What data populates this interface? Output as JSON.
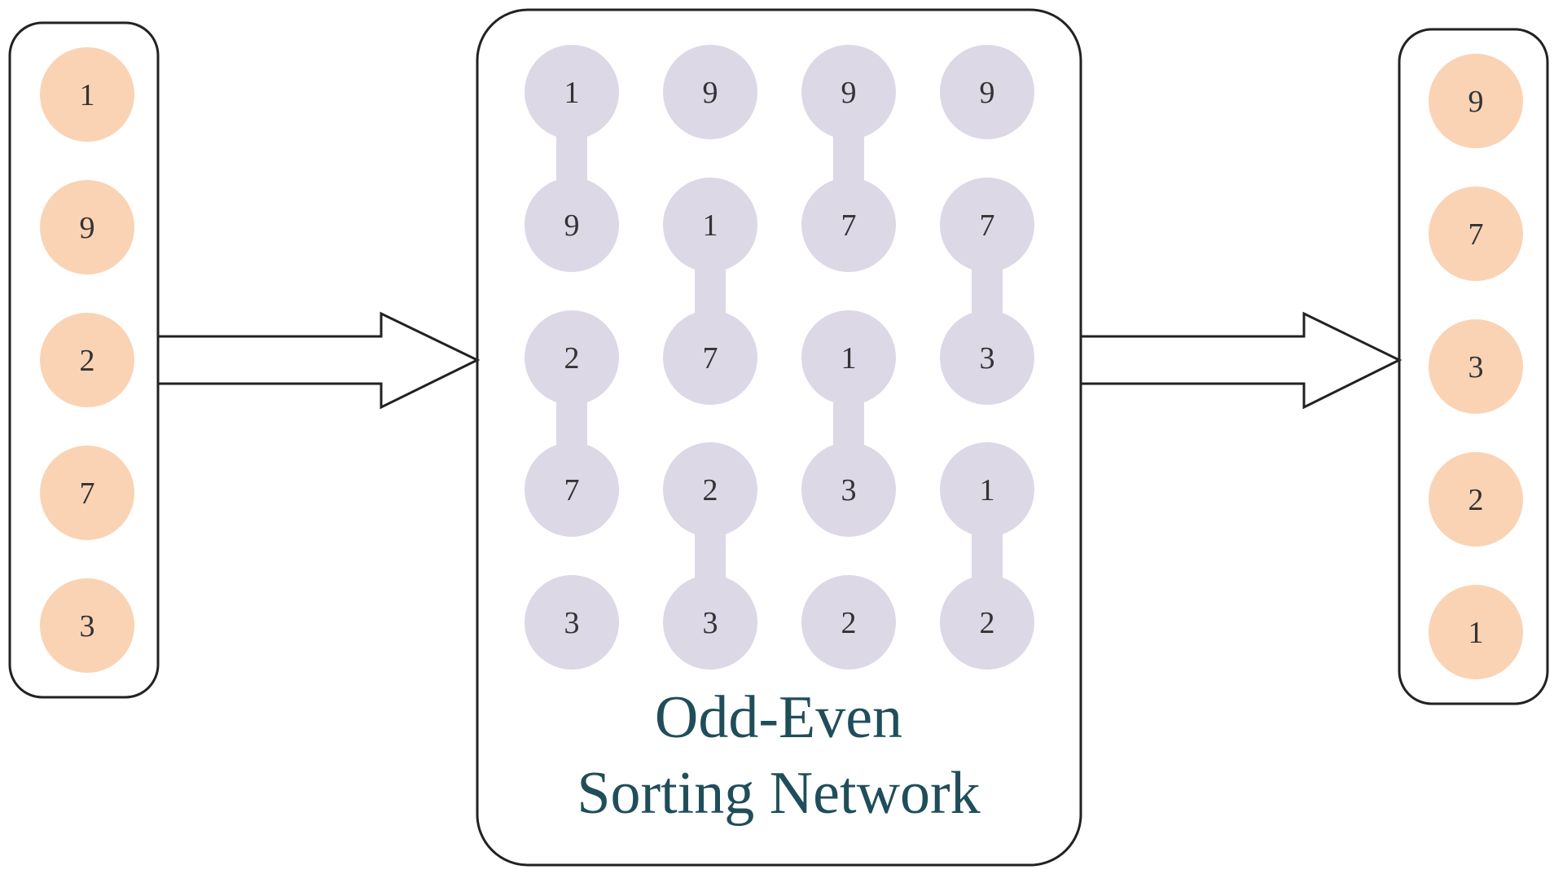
{
  "input_values": [
    "1",
    "9",
    "2",
    "7",
    "3"
  ],
  "output_values": [
    "9",
    "7",
    "3",
    "2",
    "1"
  ],
  "network": {
    "title_line1": "Odd-Even",
    "title_line2": "Sorting Network",
    "columns": [
      [
        "1",
        "9",
        "2",
        "7",
        "3"
      ],
      [
        "9",
        "1",
        "7",
        "2",
        "3"
      ],
      [
        "9",
        "7",
        "1",
        "3",
        "2"
      ],
      [
        "9",
        "7",
        "3",
        "1",
        "2"
      ]
    ],
    "comparators": [
      [
        [
          0,
          1
        ],
        [
          2,
          3
        ]
      ],
      [
        [
          1,
          2
        ],
        [
          3,
          4
        ]
      ],
      [
        [
          0,
          1
        ],
        [
          2,
          3
        ]
      ],
      [
        [
          1,
          2
        ],
        [
          3,
          4
        ]
      ]
    ]
  },
  "colors": {
    "input_output_node": "#fad3b4",
    "network_node": "#dcd8e6",
    "frame_stroke": "#222222",
    "title_text": "#1f4e5a"
  }
}
